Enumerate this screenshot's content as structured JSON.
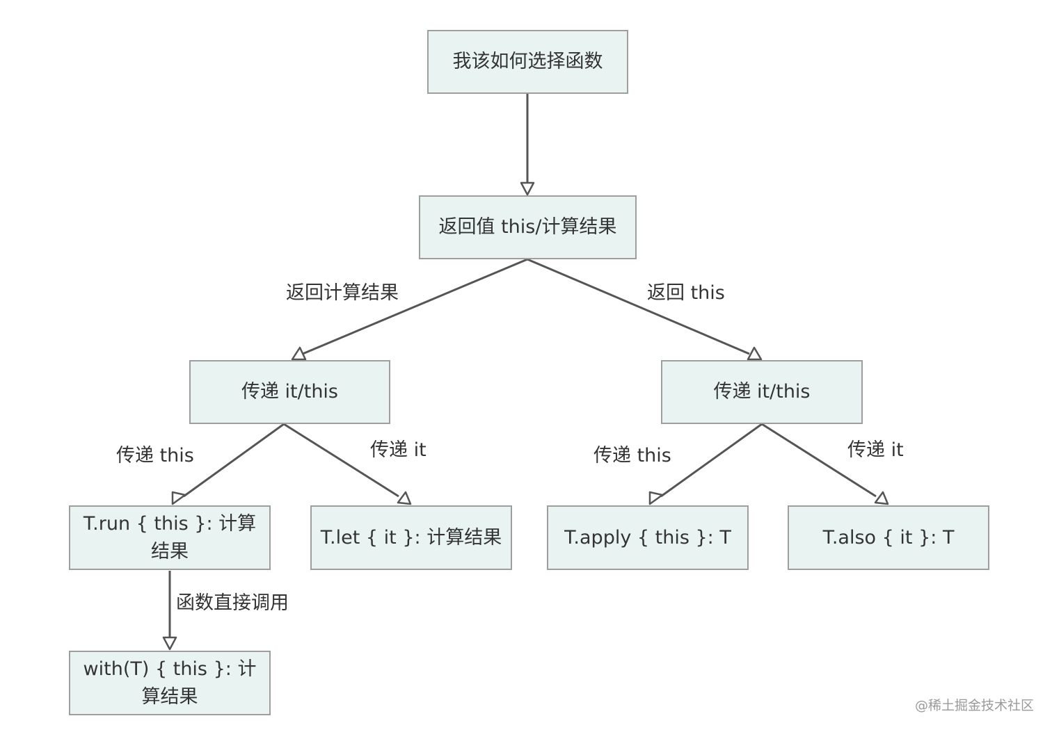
{
  "nodes": {
    "root": "我该如何选择函数",
    "return_value": "返回值 this/计算结果",
    "pass_left": "传递 it/this",
    "pass_right": "传递 it/this",
    "run": "T.run { this }: 计算结果",
    "let": "T.let { it }: 计算结果",
    "apply": "T.apply { this }: T",
    "also": "T.also { it }: T",
    "with": "with(T) { this }: 计算结果"
  },
  "edge_labels": {
    "return_result": "返回计算结果",
    "return_this": "返回 this",
    "left_pass_this": "传递 this",
    "left_pass_it": "传递 it",
    "right_pass_this": "传递 this",
    "right_pass_it": "传递 it",
    "direct_call": "函数直接调用"
  },
  "watermark": "@稀土掘金技术社区",
  "colors": {
    "node_fill": "#e9f4f2",
    "node_border": "#9e9e9e",
    "edge": "#555555",
    "text": "#333333"
  }
}
